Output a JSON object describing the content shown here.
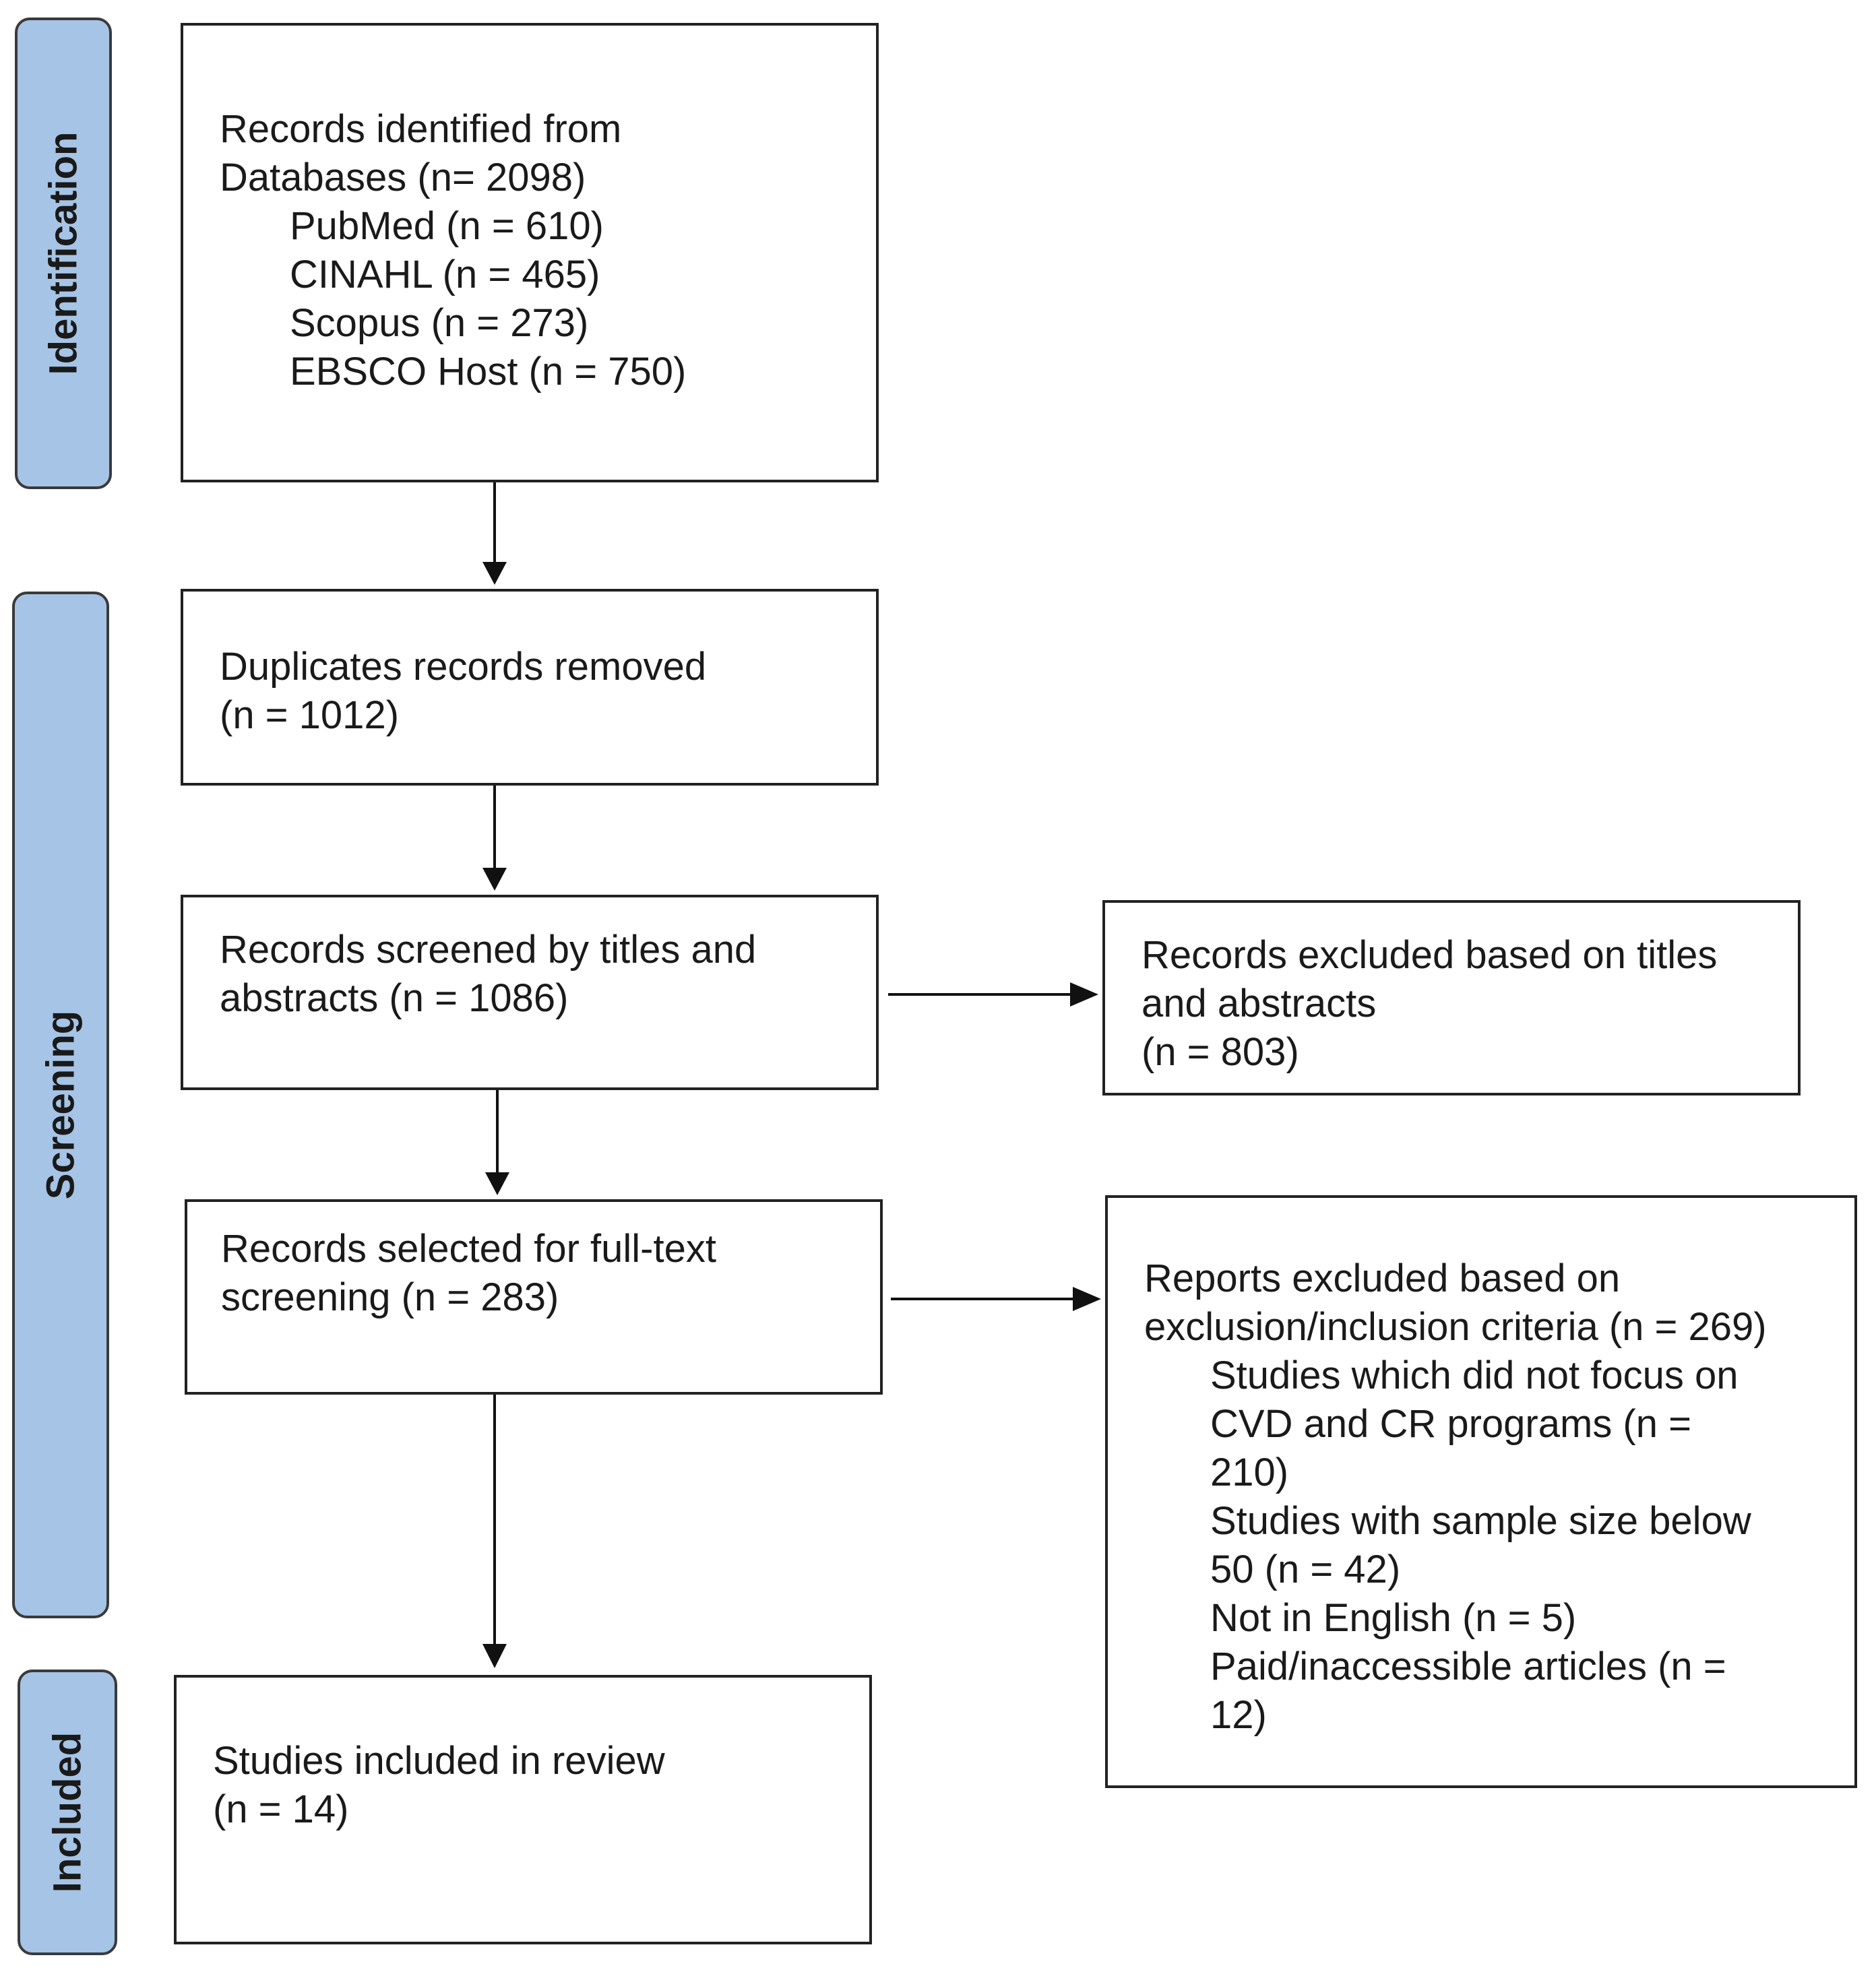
{
  "stages": {
    "identification": "Identification",
    "screening": "Screening",
    "included": "Included"
  },
  "identified": {
    "line1": "Records identified from",
    "line2": "Databases (n= 2098)",
    "sources": [
      "PubMed (n = 610)",
      "CINAHL (n = 465)",
      "Scopus (n = 273)",
      "EBSCO Host (n = 750)"
    ]
  },
  "duplicates": {
    "line1": "Duplicates records removed",
    "line2": "(n = 1012)"
  },
  "screened": {
    "line1": "Records screened by titles and",
    "line2": "abstracts (n = 1086)"
  },
  "excluded_titles": {
    "line1": "Records excluded based on titles",
    "line2": "and abstracts",
    "line3": "(n = 803)"
  },
  "fulltext": {
    "line1": "Records selected for full-text",
    "line2": "screening (n = 283)"
  },
  "excluded_reports": {
    "line1": "Reports excluded based on",
    "line2": "exclusion/inclusion criteria (n = 269)",
    "reasons": [
      "Studies which did not focus on",
      "CVD and CR programs (n =",
      "210)",
      "Studies with sample size below",
      "50 (n = 42)",
      "Not in English (n = 5)",
      "Paid/inaccessible articles (n =",
      "12)"
    ]
  },
  "included": {
    "line1": "Studies included in review",
    "line2": "(n = 14)"
  }
}
